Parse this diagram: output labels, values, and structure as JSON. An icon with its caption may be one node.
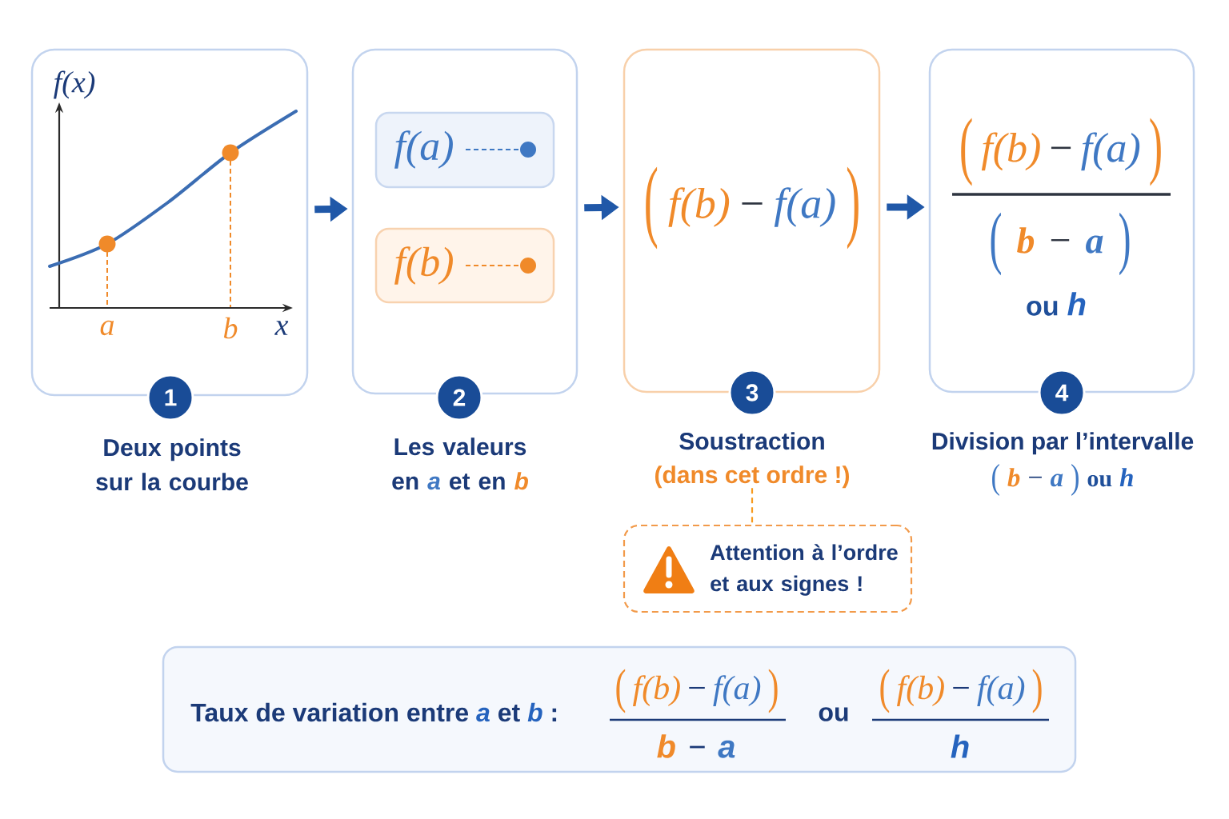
{
  "diagram": {
    "nodes": [
      {
        "text": [
          "f(x)",
          "a",
          "b",
          "x"
        ]
      },
      {
        "text": [],
        "shape": "box"
      },
      {
        "text": [
          "f(a)"
        ],
        "in": 1
      },
      {
        "text": [
          "f(b)"
        ],
        "in": 1
      },
      {
        "text": [
          "(",
          "f(b)",
          "−",
          "f(a)",
          ")"
        ]
      },
      {
        "text": [
          "(",
          "f(b)",
          "−",
          "f(a)",
          ")",
          "(",
          "b",
          "−",
          "a",
          ")",
          "ou",
          "h"
        ]
      },
      {
        "text": [
          "1"
        ],
        "beside": [
          "Deux points sur la courbe"
        ]
      },
      {
        "text": [
          "2"
        ],
        "beside": [
          "Les valeurs en *a* et en *b*"
        ]
      },
      {
        "text": [
          "3"
        ]
      },
      {
        "text": [
          "Soustraction",
          "(dans cet ordre !)"
        ]
      },
      {
        "text": [
          "4"
        ],
        "beside": [
          "Division par l’intervalle",
          "(",
          "b",
          "−",
          "a",
          ")",
          "ou",
          "h"
        ]
      },
      {
        "text": [
          "Attention à l’ordre et aux signes !"
        ]
      },
      {
        "text": [
          "Taux de variation entre *a* et *b* :",
          "(",
          "f(b)",
          "−",
          "f(a)",
          ")",
          "b",
          "−",
          "a",
          "ou",
          "(",
          "f(b)",
          "−",
          "f(a)",
          ")",
          "h"
        ]
      }
    ],
    "edges": [
      {
        "from": 0,
        "to": 1,
        "arrow": "to"
      },
      {
        "from": 1,
        "to": 4,
        "arrow": "to"
      },
      {
        "from": 4,
        "to": 5,
        "arrow": "to"
      },
      {
        "from": 9,
        "to": 11,
        "arrow": "none",
        "style": "dashed",
        "color": "#f08a2a"
      }
    ]
  }
}
